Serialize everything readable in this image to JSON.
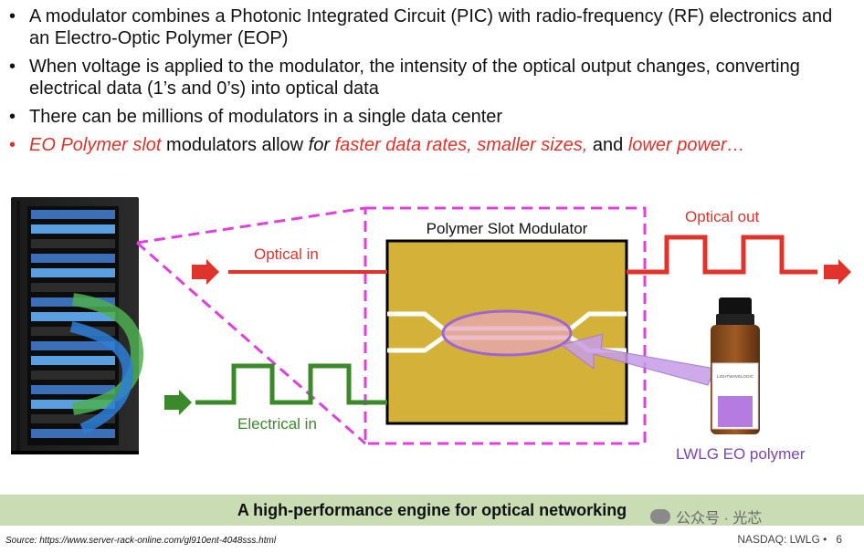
{
  "bullets": [
    {
      "text": "A modulator combines a Photonic Integrated Circuit (PIC) with radio-frequency (RF) electronics and an Electro-Optic Polymer (EOP)"
    },
    {
      "text": "When voltage is applied to the modulator, the intensity of the optical output changes, converting electrical data (1’s and 0’s) into optical data"
    },
    {
      "text": "There can be millions of modulators in a single data center"
    }
  ],
  "highlight_bullet": {
    "part1": "EO Polymer slot",
    "part2": " modulators allow ",
    "part3": "for",
    "part4": " ",
    "part5": "faster data rates, smaller sizes,",
    "part6": " and ",
    "part7": "lower power…"
  },
  "diagram": {
    "modulator_title": "Polymer Slot Modulator",
    "optical_in": "Optical in",
    "optical_out": "Optical out",
    "electrical_in": "Electrical in",
    "polymer_label": "LWLG EO polymer",
    "bottle_label": "LIGHTWAVELOGIC"
  },
  "banner": "A high-performance engine for optical networking",
  "source": "Source: https://www.server-rack-online.com/gl910ent-4048sss.html",
  "footer": {
    "ticker": "NASDAQ: LWLG •",
    "page": "6"
  },
  "watermark": "公众号 · 光芯",
  "colors": {
    "red": "#e0332b",
    "green": "#3a8a2a",
    "magenta": "#e040e0",
    "gold": "#d4b23a",
    "purple": "#8a4fc0"
  }
}
